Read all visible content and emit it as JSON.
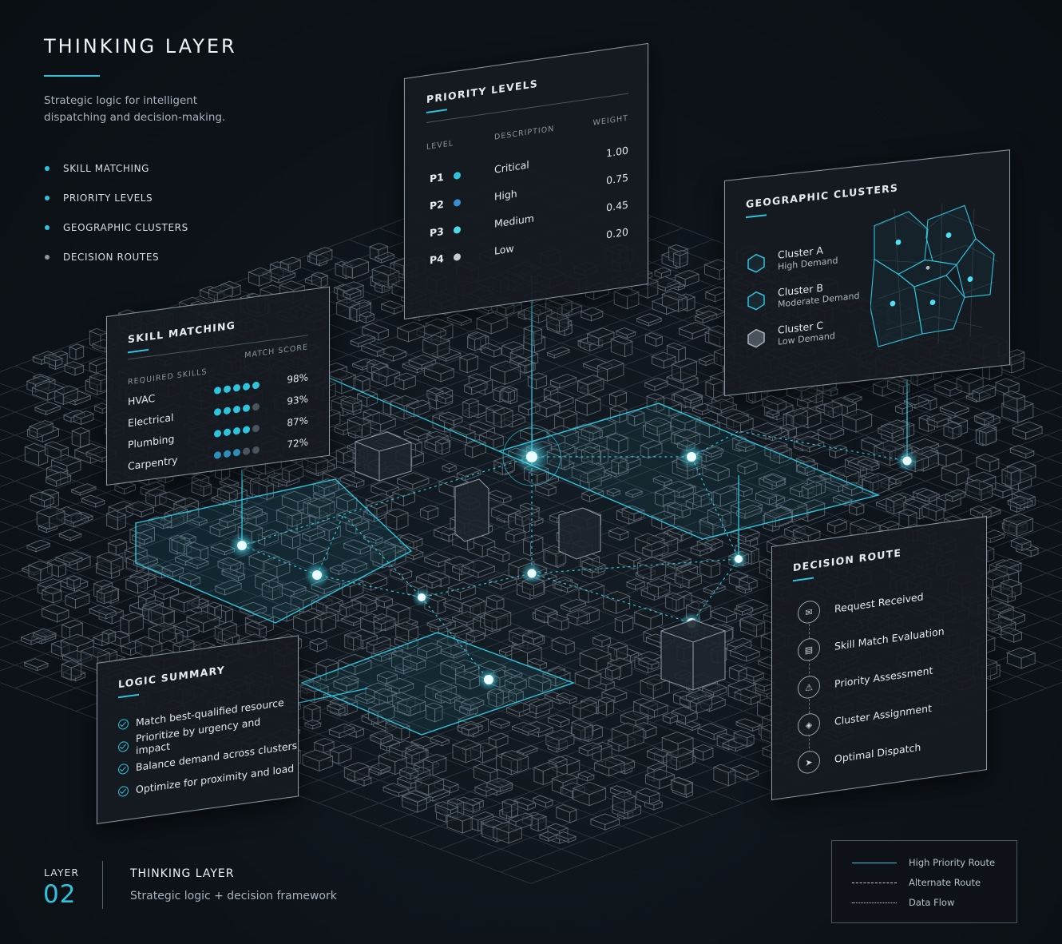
{
  "header": {
    "title": "THINKING LAYER",
    "subtitle": "Strategic logic for intelligent dispatching and decision-making."
  },
  "toc": [
    {
      "label": "SKILL MATCHING",
      "color": "#2fc4dd"
    },
    {
      "label": "PRIORITY LEVELS",
      "color": "#2fc4dd"
    },
    {
      "label": "GEOGRAPHIC CLUSTERS",
      "color": "#2fc4dd"
    },
    {
      "label": "DECISION ROUTES",
      "color": "#8b96a1"
    }
  ],
  "priority": {
    "title": "PRIORITY LEVELS",
    "col_level": "LEVEL",
    "col_description": "DESCRIPTION",
    "col_weight": "WEIGHT",
    "rows": [
      {
        "level": "P1",
        "description": "Critical",
        "weight": "1.00",
        "color": "#2fc4dd"
      },
      {
        "level": "P2",
        "description": "High",
        "weight": "0.75",
        "color": "#3b8fd0"
      },
      {
        "level": "P3",
        "description": "Medium",
        "weight": "0.45",
        "color": "#4fd8e8"
      },
      {
        "level": "P4",
        "description": "Low",
        "weight": "0.20",
        "color": "#c4cbd2"
      }
    ]
  },
  "skill": {
    "title": "SKILL MATCHING",
    "col_skills": "REQUIRED SKILLS",
    "col_score": "MATCH SCORE",
    "rows": [
      {
        "skill": "HVAC",
        "score": "98%",
        "filled": 5
      },
      {
        "skill": "Electrical",
        "score": "93%",
        "filled": 4
      },
      {
        "skill": "Plumbing",
        "score": "87%",
        "filled": 4
      },
      {
        "skill": "Carpentry",
        "score": "72%",
        "filled": 3
      }
    ]
  },
  "geo": {
    "title": "GEOGRAPHIC CLUSTERS",
    "clusters": [
      {
        "name": "Cluster A",
        "demand": "High Demand",
        "icon": "hexagon-outline-icon"
      },
      {
        "name": "Cluster B",
        "demand": "Moderate Demand",
        "icon": "hexagon-outline-icon"
      },
      {
        "name": "Cluster C",
        "demand": "Low Demand",
        "icon": "hexagon-filled-icon"
      }
    ]
  },
  "logic": {
    "title": "LOGIC SUMMARY",
    "items": [
      "Match best-qualified resource",
      "Prioritize by urgency and impact",
      "Balance demand across clusters",
      "Optimize for proximity and load"
    ]
  },
  "decision": {
    "title": "DECISION ROUTE",
    "steps": [
      {
        "label": "Request Received",
        "icon": "request-icon"
      },
      {
        "label": "Skill Match Evaluation",
        "icon": "skill-match-icon"
      },
      {
        "label": "Priority Assessment",
        "icon": "priority-icon"
      },
      {
        "label": "Cluster Assignment",
        "icon": "cluster-icon"
      },
      {
        "label": "Optimal Dispatch",
        "icon": "dispatch-icon"
      }
    ]
  },
  "footer": {
    "layer_label": "LAYER",
    "layer_number": "02",
    "title": "THINKING LAYER",
    "subtitle": "Strategic logic + decision framework"
  },
  "legend": [
    {
      "label": "High Priority Route",
      "style": "solid"
    },
    {
      "label": "Alternate Route",
      "style": "dashed"
    },
    {
      "label": "Data Flow",
      "style": "dotted"
    }
  ],
  "colors": {
    "accent": "#2fc4dd",
    "background": "#0d1319",
    "panel": "#161b21"
  }
}
